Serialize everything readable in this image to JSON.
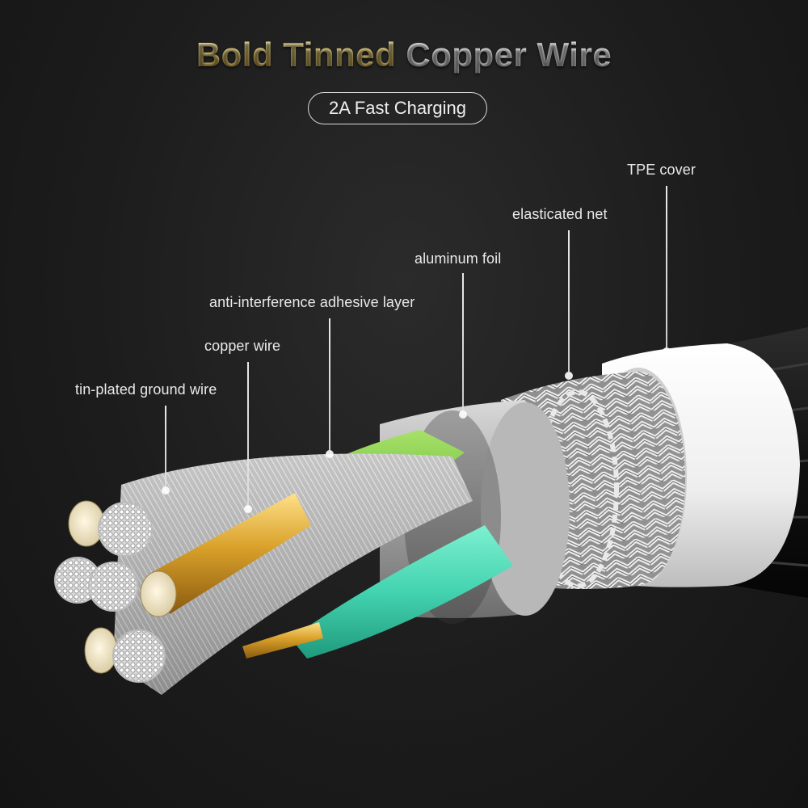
{
  "header": {
    "title_part1": "Bold Tinned",
    "title_part2": "Copper Wire",
    "badge": "2A Fast Charging"
  },
  "callouts": {
    "tpe_cover": "TPE cover",
    "elasticated_net": "elasticated net",
    "aluminum_foil": "aluminum foil",
    "adhesive_layer": "anti-interference adhesive layer",
    "copper_wire": "copper wire",
    "ground_wire": "tin-plated ground wire"
  },
  "colors": {
    "title_gold": "#e6cf7a",
    "title_silver": "#e6e6e6",
    "tpe_white": "#f2f2f2",
    "braid_silver": "#b5b5b5",
    "foil_gray": "#a9a9a9",
    "adhesive_green": "#7ac943",
    "teal_core": "#43d3b0",
    "copper_gold": "#d9a12a"
  }
}
